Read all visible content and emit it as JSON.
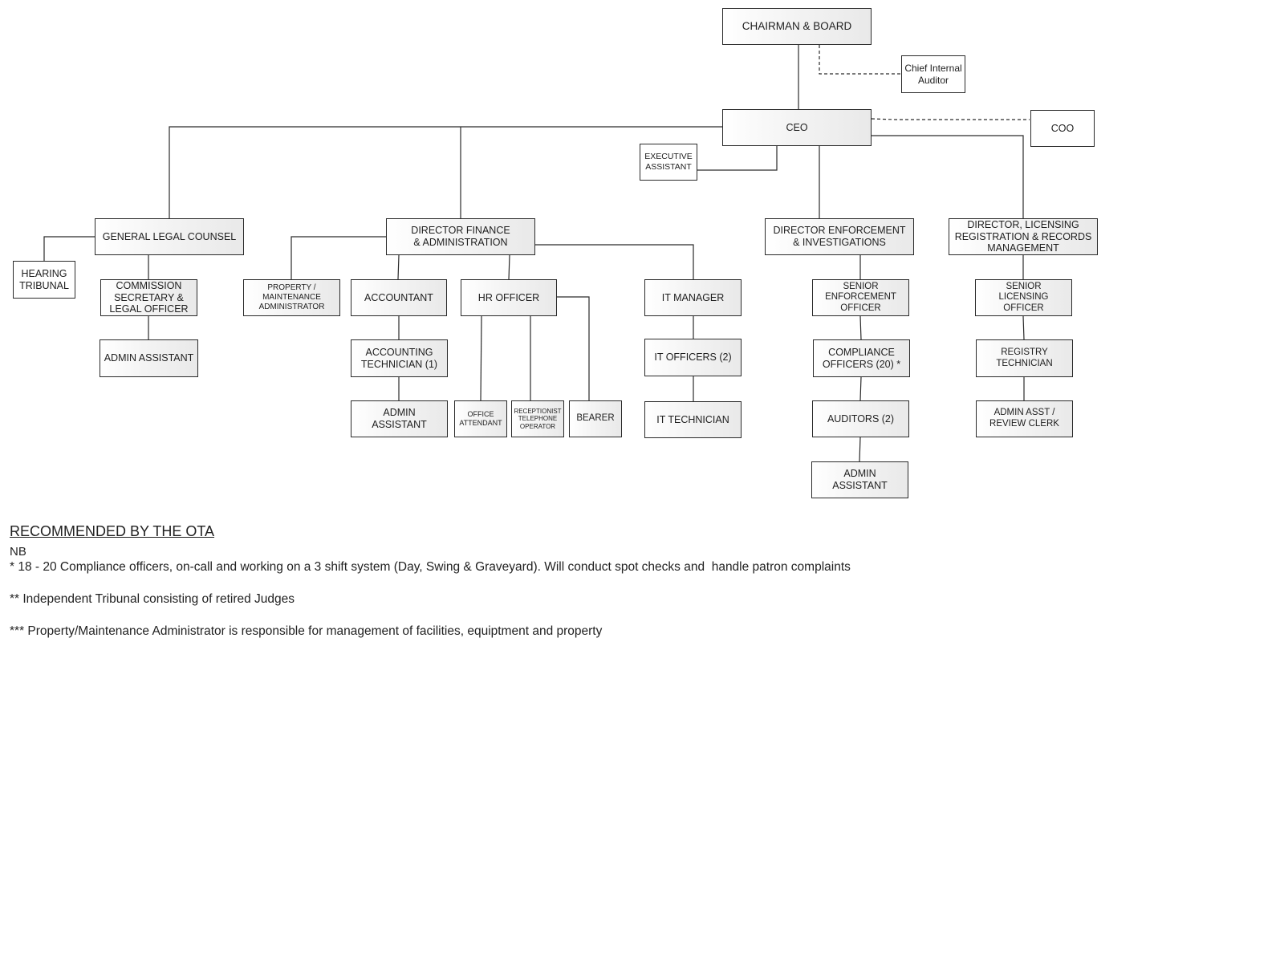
{
  "nodes": {
    "chairman": "CHAIRMAN & BOARD",
    "chief_auditor": "Chief Internal\nAuditor",
    "ceo": "CEO",
    "coo": "COO",
    "exec_assistant": "EXECUTIVE\nASSISTANT",
    "general_legal_counsel": "GENERAL LEGAL COUNSEL",
    "director_finance": "DIRECTOR FINANCE\n& ADMINISTRATION",
    "director_enforcement": "DIRECTOR ENFORCEMENT\n& INVESTIGATIONS",
    "director_licensing": "DIRECTOR, LICENSING\nREGISTRATION & RECORDS\nMANAGEMENT",
    "hearing_tribunal": "HEARING\nTRIBUNAL",
    "commission_secretary": "COMMISSION\nSECRETARY &\nLEGAL OFFICER",
    "legal_admin_assistant": "ADMIN ASSISTANT",
    "property_admin": "PROPERTY /\nMAINTENANCE\nADMINISTRATOR",
    "accountant": "ACCOUNTANT",
    "accounting_technician": "ACCOUNTING\nTECHNICIAN (1)",
    "finance_admin_assistant": "ADMIN\nASSISTANT",
    "hr_officer": "HR OFFICER",
    "office_attendant": "OFFICE\nATTENDANT",
    "receptionist": "RECEPTIONIST\nTELEPHONE\nOPERATOR",
    "bearer": "BEARER",
    "it_manager": "IT MANAGER",
    "it_officers": "IT OFFICERS (2)",
    "it_technician": "IT TECHNICIAN",
    "senior_enforcement": "SENIOR\nENFORCEMENT\nOFFICER",
    "compliance_officers": "COMPLIANCE\nOFFICERS (20) *",
    "auditors": "AUDITORS (2)",
    "enforcement_admin_assistant": "ADMIN\nASSISTANT",
    "senior_licensing": "SENIOR\nLICENSING\nOFFICER",
    "registry_technician": "REGISTRY\nTECHNICIAN",
    "admin_asst_review_clerk": "ADMIN ASST /\nREVIEW CLERK"
  },
  "notes": {
    "title": "RECOMMENDED BY THE OTA",
    "nb": "NB",
    "lines": [
      "* 18 - 20 Compliance officers, on-call and working on a 3 shift system (Day, Swing & Graveyard). Will conduct spot checks and  handle patron complaints",
      "** Independent Tribunal consisting of retired Judges",
      "*** Property/Maintenance Administrator is responsible for management of facilities, equiptment and property"
    ]
  },
  "colors": {
    "line": "#2a2a2a",
    "box_border": "#2a2a2a",
    "box_fill_start": "#ffffff",
    "box_fill_end": "#e9e9e9",
    "text": "#1e1e1e"
  }
}
